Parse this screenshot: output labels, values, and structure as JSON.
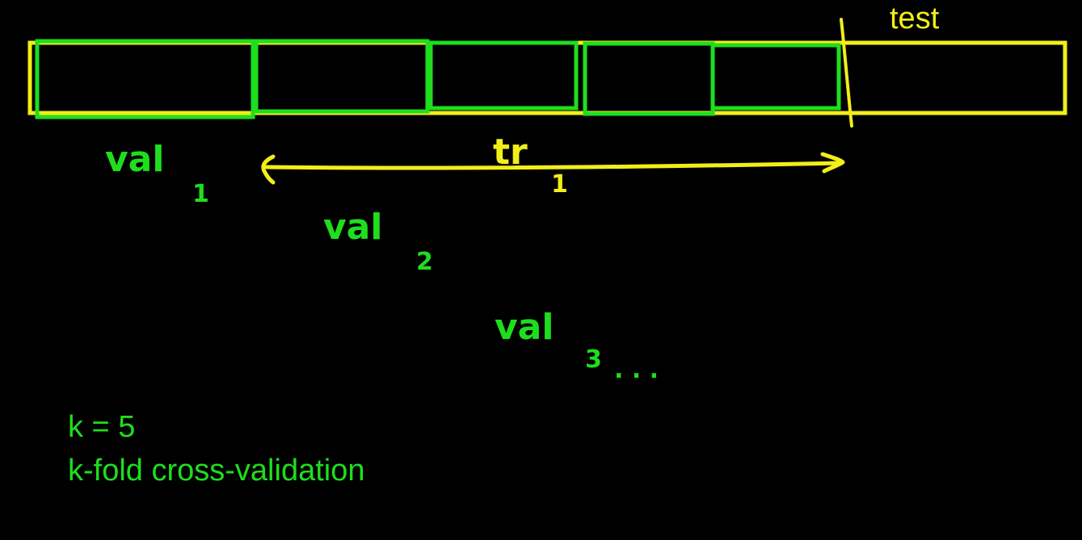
{
  "colors": {
    "background": "#000000",
    "yellow": "#f2ee17",
    "green": "#1ede1e"
  },
  "labels": {
    "test": "test",
    "k_value": "k = 5",
    "method": "k-fold cross-validation",
    "train_main": "tr",
    "train_sub": "1",
    "val1_main": "val",
    "val1_sub": "1",
    "val2_main": "val",
    "val2_sub": "2",
    "val3_main": "val",
    "val3_sub": "3",
    "continuation": ". . ."
  }
}
